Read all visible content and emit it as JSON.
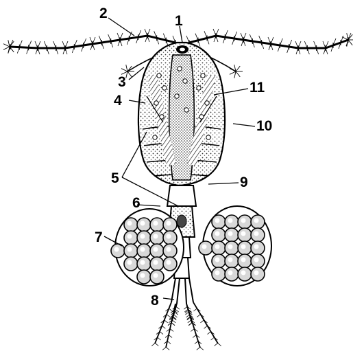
{
  "figure": {
    "labels": [
      {
        "id": "1",
        "text": "1"
      },
      {
        "id": "2",
        "text": "2"
      },
      {
        "id": "3",
        "text": "3"
      },
      {
        "id": "4",
        "text": "4"
      },
      {
        "id": "5",
        "text": "5"
      },
      {
        "id": "6",
        "text": "6"
      },
      {
        "id": "7",
        "text": "7"
      },
      {
        "id": "8",
        "text": "8"
      },
      {
        "id": "9",
        "text": "9"
      },
      {
        "id": "10",
        "text": "10"
      },
      {
        "id": "11",
        "text": "11"
      }
    ]
  }
}
